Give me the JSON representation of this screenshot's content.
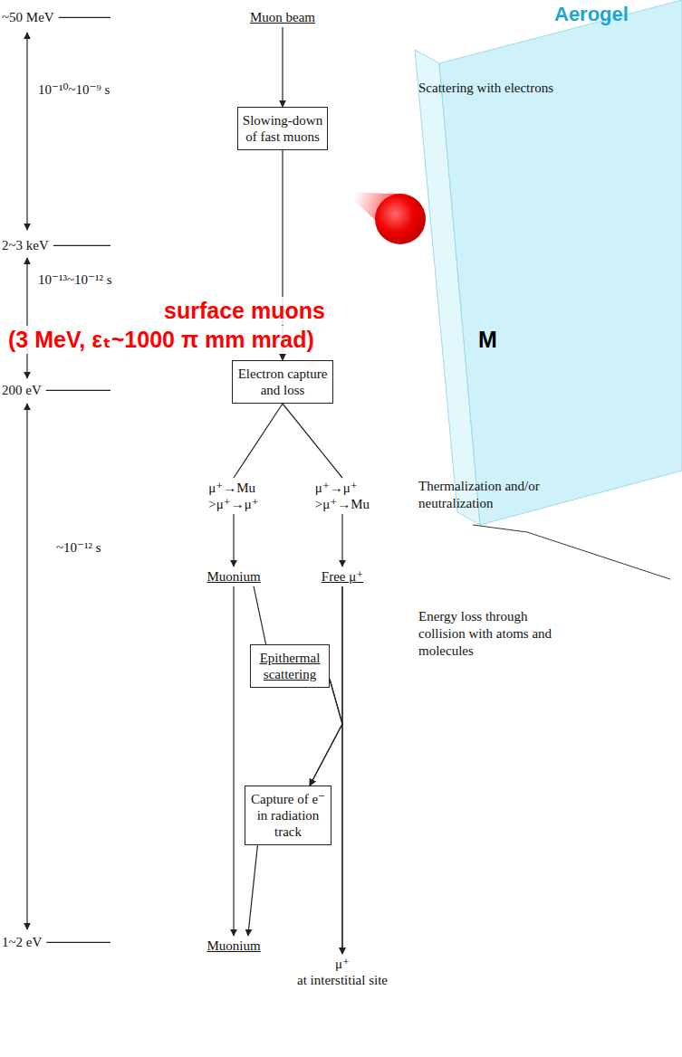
{
  "diagram": {
    "nodes": [
      {
        "text": [
          "Muon beam"
        ]
      },
      {
        "text": [
          "Slowing-down of fast muons"
        ]
      },
      {
        "text": [
          "Electron capture and loss"
        ]
      },
      {
        "text": [
          "μ⁺→Mu >μ⁺→μ⁺"
        ]
      },
      {
        "text": [
          "μ⁺→μ⁺ >μ⁺→Mu"
        ]
      },
      {
        "text": [
          "Muonium"
        ]
      },
      {
        "text": [
          "Free μ⁺"
        ]
      },
      {
        "text": [
          "Epithermal scattering"
        ]
      },
      {
        "text": [
          "Capture of e⁻ in radiation track"
        ]
      },
      {
        "text": [
          "Muonium"
        ]
      },
      {
        "text": [
          "μ⁺",
          "at interstitial site"
        ]
      }
    ],
    "edges": [
      {
        "from": 0,
        "to": 1,
        "arrow": "to"
      },
      {
        "from": 1,
        "to": 2,
        "arrow": "to"
      },
      {
        "from": 2,
        "to": 3,
        "arrow": "none"
      },
      {
        "from": 2,
        "to": 4,
        "arrow": "none"
      },
      {
        "from": 3,
        "to": 5,
        "arrow": "to"
      },
      {
        "from": 4,
        "to": 6,
        "arrow": "to"
      },
      {
        "from": 5,
        "to": 7,
        "arrow": "none"
      },
      {
        "from": 5,
        "to": 9,
        "arrow": "to"
      },
      {
        "from": 7,
        "to": 10,
        "arrow": "to"
      },
      {
        "from": 7,
        "to": 8,
        "arrow": "to"
      },
      {
        "from": 6,
        "to": 10,
        "arrow": "to"
      },
      {
        "from": 6,
        "to": 8,
        "arrow": "to"
      },
      {
        "from": 8,
        "to": 9,
        "arrow": "to"
      }
    ],
    "labels": [
      "~50 MeV",
      "10⁻¹⁰~10⁻⁹ s",
      "2~3 keV",
      "10⁻¹³~10⁻¹² s",
      "200 eV",
      "~10⁻¹² s",
      "1~2 eV",
      "Scattering with electrons",
      "Thermalization and/or neutralization",
      "Energy loss through collision with atoms and molecules",
      "surface muons",
      "(3 MeV, εₜ~1000 π mm mrad)",
      "M",
      "Aerogel"
    ]
  }
}
